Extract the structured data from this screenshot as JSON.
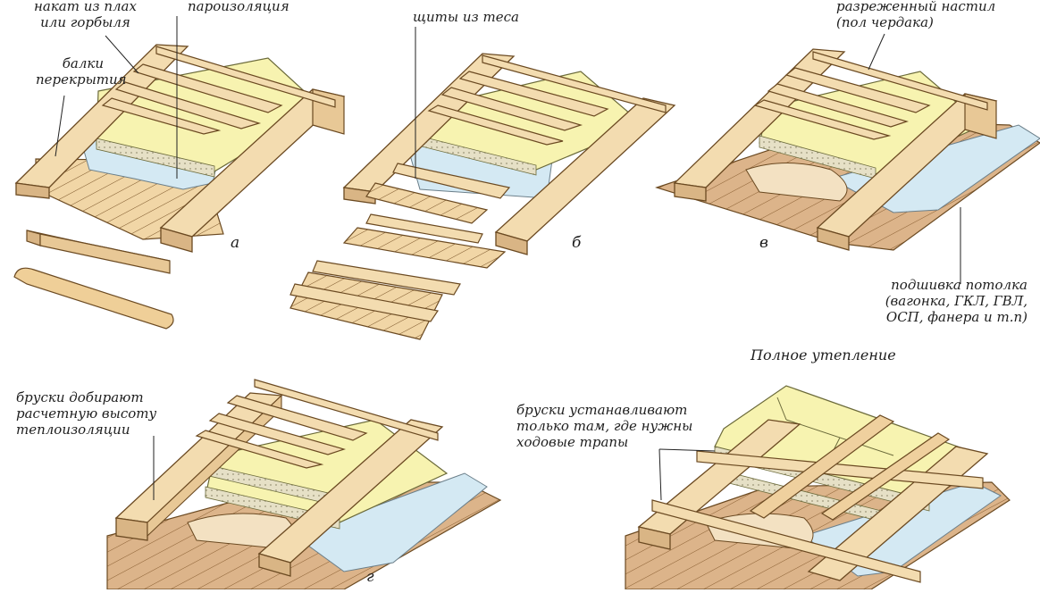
{
  "labels": {
    "nakat": "накат из плах\nили горбыля",
    "paroizol": "пароизоляция",
    "balki": "балки\nперекрытия",
    "shchity": "щиты из теса",
    "nastil": "разреженный настил\n(пол чердака)",
    "podshivka": "подшивка потолка\n(вагонка, ГКЛ, ГВЛ,\nОСП, фанера и т.п)",
    "polnoe": "Полное утепление",
    "bruski_dobir": "бруски добирают\nрасчетную высоту\nтеплоизоляции",
    "bruski_ustan": "бруски устанавливают\nтолько там, где нужны\nходовые трапы"
  },
  "letters": {
    "a": "а",
    "b": "б",
    "v": "в",
    "g": "г"
  },
  "colors": {
    "wood": "#f3dcb0",
    "wood_dark": "#d9b585",
    "wood_edge": "#6b4a22",
    "floor": "#dcb48a",
    "insulation": "#f7f3b0",
    "vapor": "#d4e9f3",
    "felt": "#e3ddc4"
  }
}
